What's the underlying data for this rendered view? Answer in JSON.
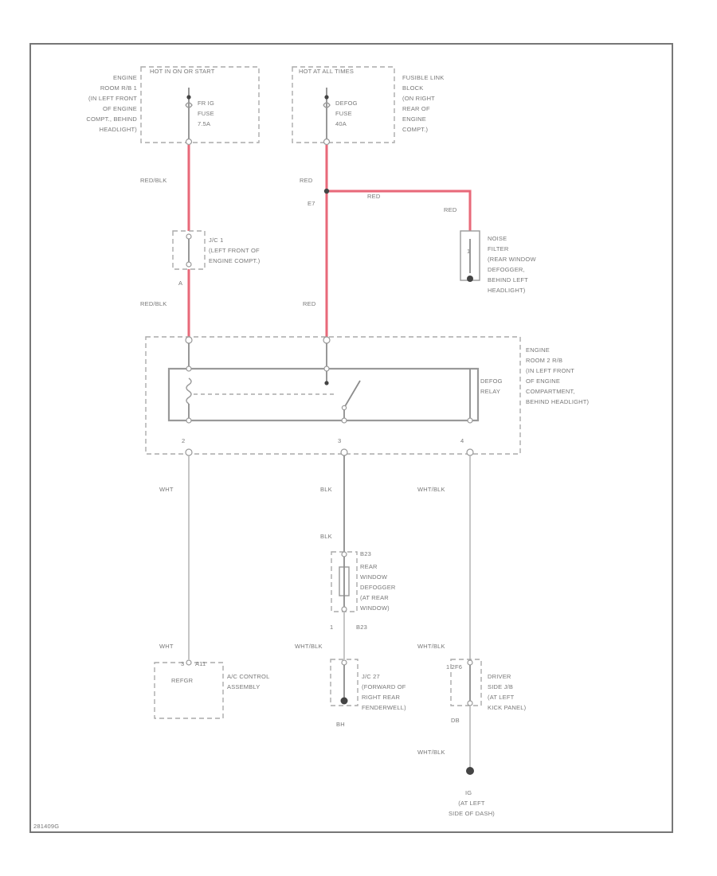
{
  "fuses": {
    "left_header": "HOT IN ON OR START",
    "left_id": "FR IG",
    "left_type": "FUSE",
    "left_rating": "7.5A",
    "left_location": [
      "ENGINE",
      "ROOM R/B 1",
      "(IN LEFT FRONT",
      "OF ENGINE",
      "COMPT., BEHIND",
      "HEADLIGHT)"
    ],
    "right_header": "HOT AT ALL TIMES",
    "right_id": "DEFOG",
    "right_type": "FUSE",
    "right_rating": "40A",
    "right_location": [
      "FUSIBLE LINK",
      "BLOCK",
      "(ON RIGHT",
      "REAR OF",
      "ENGINE",
      "COMPT.)"
    ]
  },
  "wires": {
    "red_blk": "RED/BLK",
    "red": "RED",
    "wht": "WHT",
    "blk": "BLK",
    "wht_blk": "WHT/BLK"
  },
  "splice": "E7",
  "noise_filter": {
    "pin": "1",
    "label": [
      "NOISE",
      "FILTER",
      "(REAR WINDOW",
      "DEFOGGER,",
      "BEHIND LEFT",
      "HEADLIGHT)"
    ]
  },
  "jc1": {
    "pin": "A",
    "label": [
      "J/C 1",
      "(LEFT FRONT OF",
      "ENGINE COMPT.)"
    ]
  },
  "relay": {
    "location": [
      "ENGINE",
      "ROOM 2 R/B",
      "(IN LEFT FRONT",
      "OF ENGINE",
      "COMPARTMENT,",
      "BEHIND HEADLIGHT)"
    ],
    "name": [
      "DEFOG",
      "RELAY"
    ],
    "pin_bottom_left": "2",
    "pin_bottom_mid": "3",
    "pin_bottom_right": "4"
  },
  "defogger": {
    "id": "B23",
    "label": [
      "REAR",
      "WINDOW",
      "DEFOGGER",
      "(AT REAR",
      "WINDOW)"
    ],
    "pin_bottom": "1",
    "id_bottom": "B23"
  },
  "ac_control": {
    "pin": "3",
    "connector": "A11",
    "box_label": "REFGR",
    "label": [
      "A/C CONTROL",
      "ASSEMBLY"
    ]
  },
  "jc27": {
    "label": [
      "J/C 27",
      "(FORWARD OF",
      "RIGHT REAR",
      "FENDERWELL)"
    ],
    "ground": "BH"
  },
  "driver_jb": {
    "connector": "1 2F6",
    "label": [
      "DRIVER",
      "SIDE J/B",
      "(AT LEFT",
      "KICK PANEL)"
    ],
    "ground_id": "DB"
  },
  "ground": {
    "id": "IG",
    "label": [
      "(AT LEFT",
      "SIDE OF DASH)"
    ]
  },
  "figure_id": "281409G"
}
